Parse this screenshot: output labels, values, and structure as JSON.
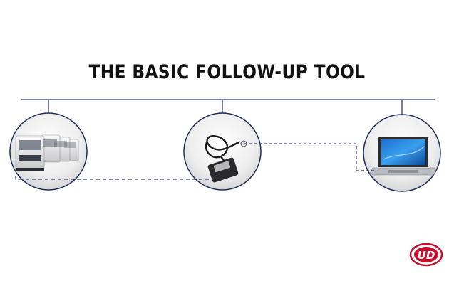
{
  "title": "THE BASIC FOLLOW-UP TOOL",
  "nodes": [
    "trucks-image",
    "diagnostic-cable-image",
    "laptop-image"
  ],
  "logo": {
    "text": "UD",
    "color": "#c8102e"
  },
  "colors": {
    "line": "#2a3a7a",
    "circle_stroke": "#1f2a5a"
  }
}
